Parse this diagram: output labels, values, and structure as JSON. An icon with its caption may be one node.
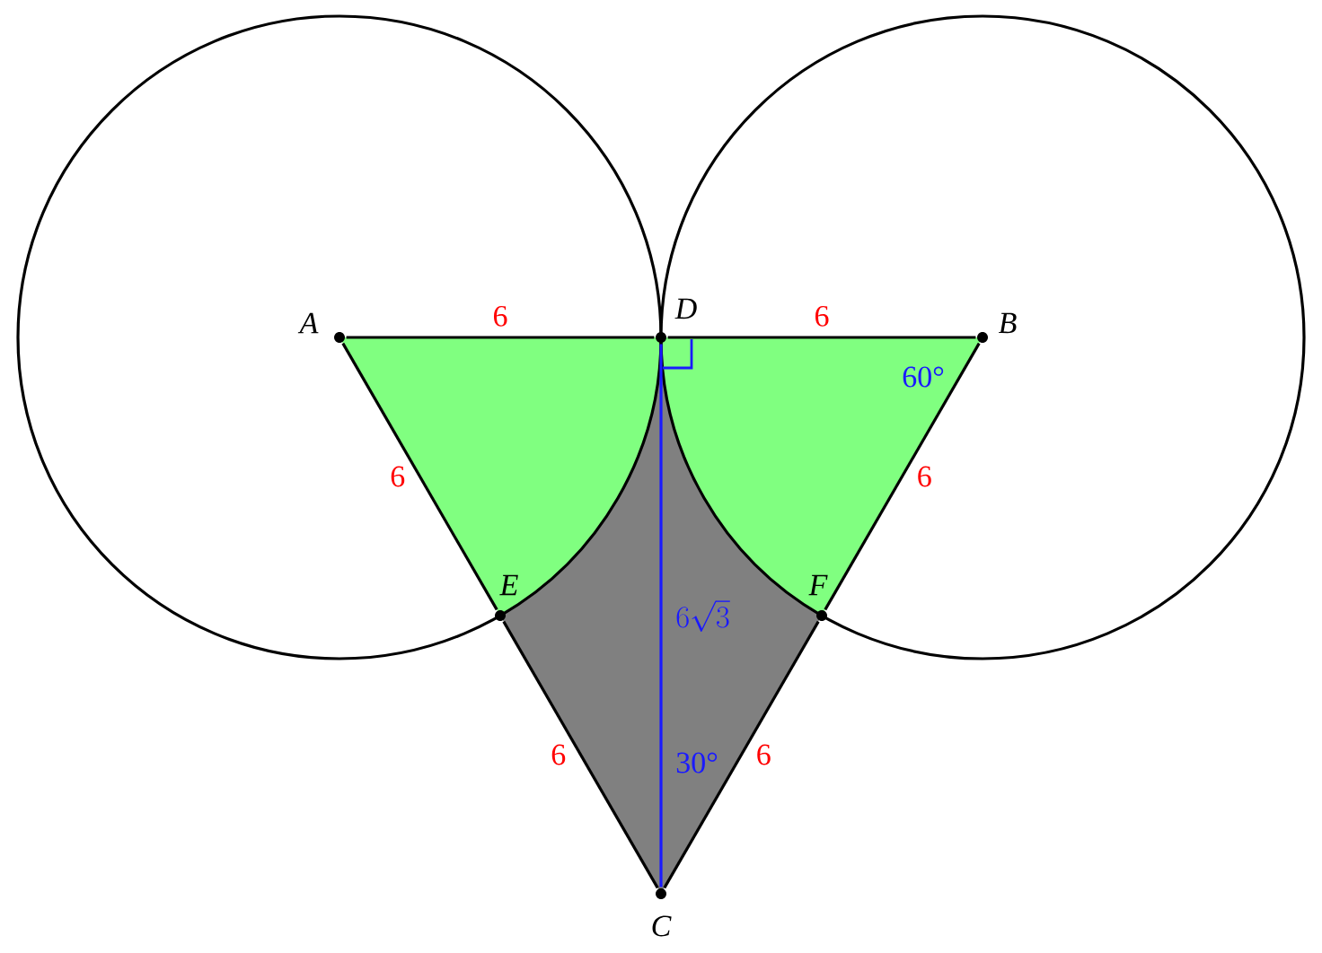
{
  "diagram": {
    "nodes": [
      {
        "text": [
          "A"
        ]
      },
      {
        "text": [
          "D"
        ]
      },
      {
        "text": [
          "B"
        ]
      },
      {
        "text": [
          "E"
        ]
      },
      {
        "text": [
          "F"
        ]
      },
      {
        "text": [
          "C"
        ]
      }
    ],
    "edges": [
      {
        "from": 0,
        "to": 1,
        "arrow": "none",
        "label": "6"
      },
      {
        "from": 1,
        "to": 2,
        "arrow": "none",
        "label": "6"
      },
      {
        "from": 0,
        "to": 3,
        "arrow": "none",
        "label": "6"
      },
      {
        "from": 2,
        "to": 4,
        "arrow": "none",
        "label": "6"
      },
      {
        "from": 3,
        "to": 5,
        "arrow": "none",
        "label": "6"
      },
      {
        "from": 4,
        "to": 5,
        "arrow": "none",
        "label": "6"
      },
      {
        "from": 1,
        "to": 5,
        "arrow": "none",
        "label": "6\\sqrt{3}",
        "color": "#1a1aff"
      }
    ],
    "labels": [
      "60°",
      "30°"
    ]
  }
}
